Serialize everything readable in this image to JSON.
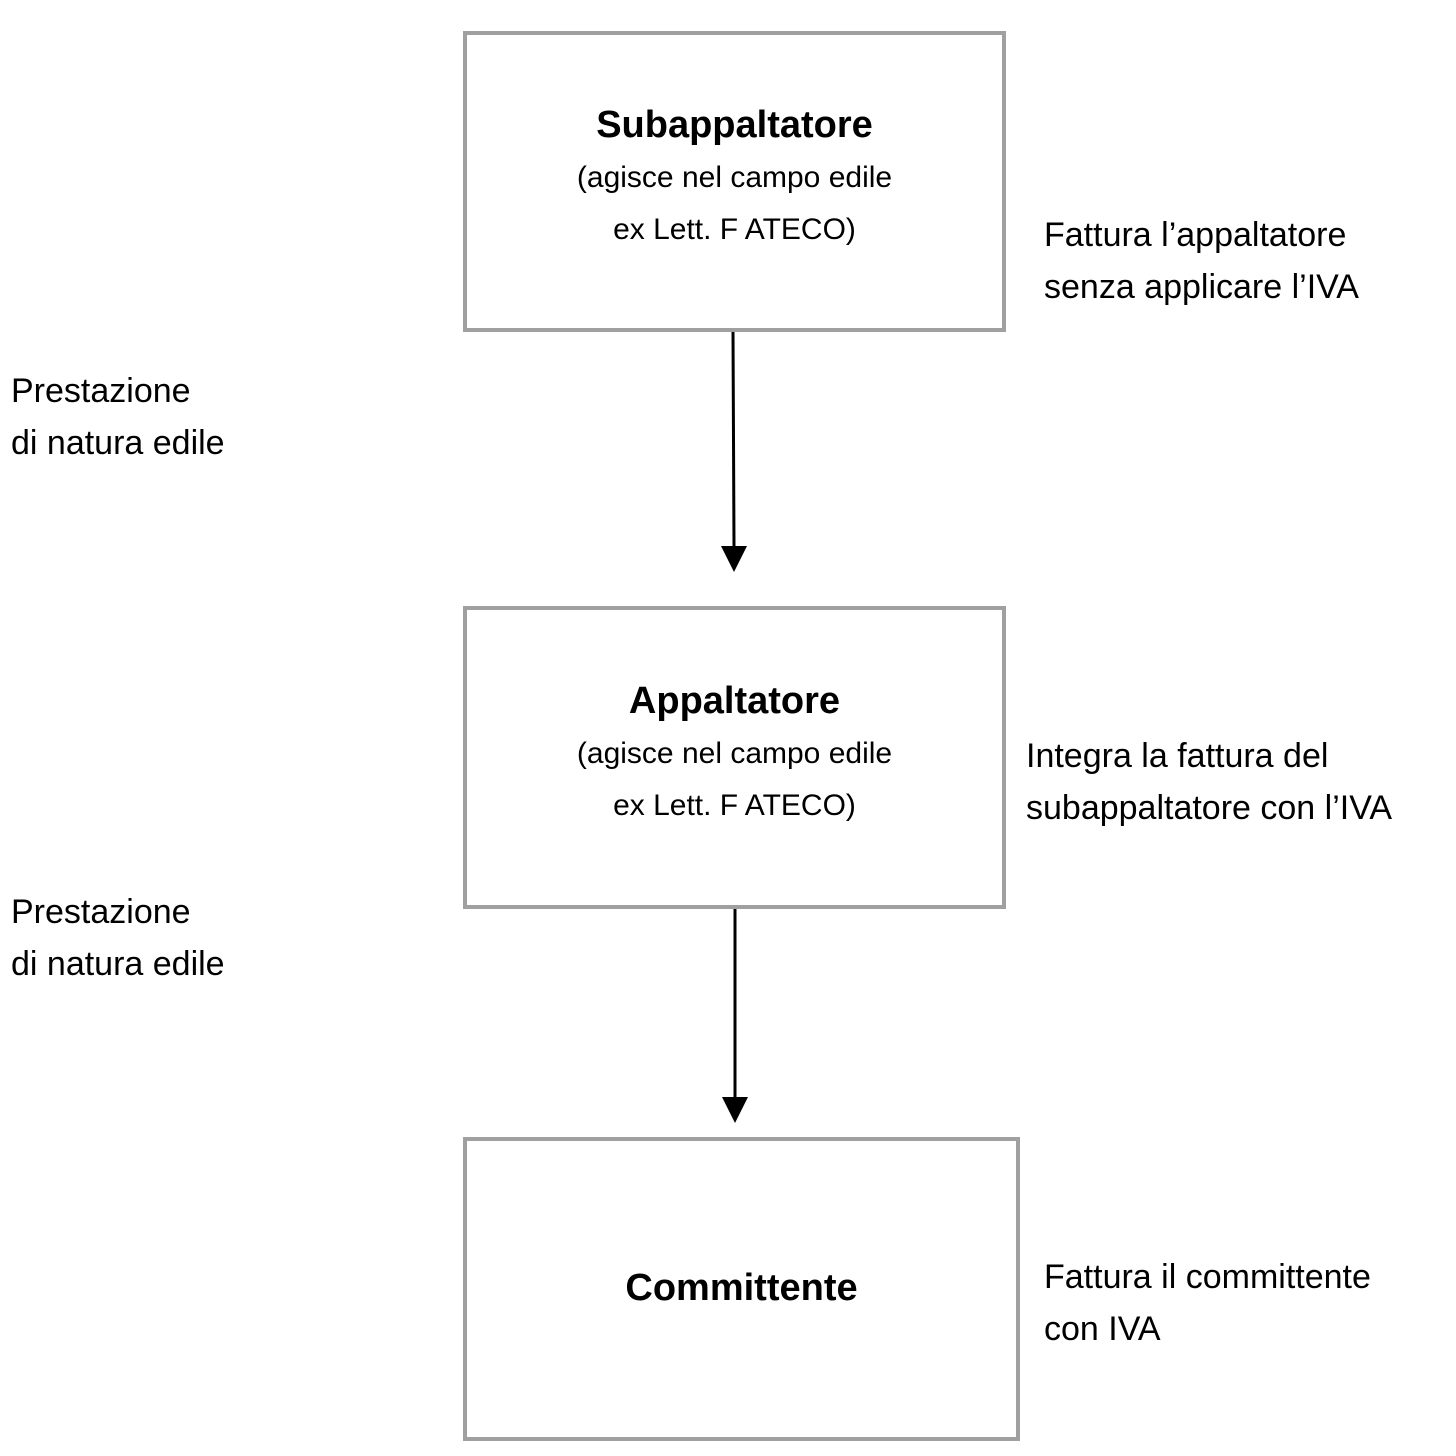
{
  "nodes": {
    "subappaltatore": {
      "title": "Subappaltatore",
      "line1": "(agisce nel campo edile",
      "line2": "ex Lett. F ATECO)"
    },
    "appaltatore": {
      "title": "Appaltatore",
      "line1": "(agisce nel campo edile",
      "line2": "ex Lett. F ATECO)"
    },
    "committente": {
      "title": "Committente"
    }
  },
  "edge_labels": [
    {
      "line1": "Prestazione",
      "line2": "di natura edile"
    },
    {
      "line1": "Prestazione",
      "line2": "di natura edile"
    }
  ],
  "notes": [
    {
      "line1": "Fattura l’appaltatore",
      "line2": "senza applicare l’IVA"
    },
    {
      "line1": "Integra la fattura del",
      "line2": "subappaltatore con l’IVA"
    },
    {
      "line1": "Fattura il committente",
      "line2": "con IVA"
    }
  ],
  "colors": {
    "box_border": "#a0a0a0",
    "arrow": "#000000",
    "text": "#000000"
  }
}
